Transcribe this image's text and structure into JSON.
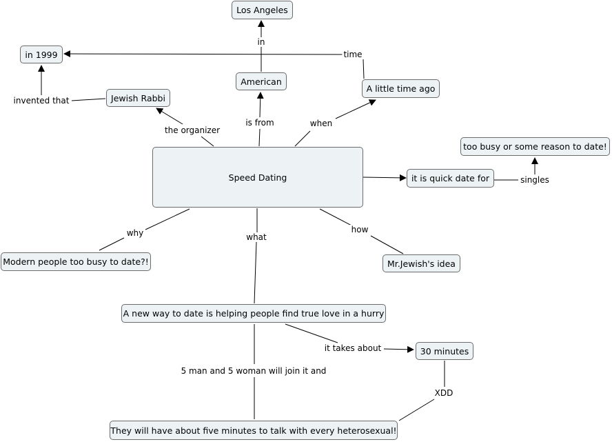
{
  "concepts": {
    "speed_dating": "Speed Dating",
    "los_angeles": "Los Angeles",
    "in_1999": "in 1999",
    "american": "American",
    "jewish_rabbi": "Jewish Rabbi",
    "little_time_ago": "A little time ago",
    "too_busy_reason": "too busy or some reason to date!",
    "quick_date_for": "it is quick date for",
    "modern_people": "Modern people too busy to date?!",
    "mr_jewish_idea": "Mr.Jewish's idea",
    "new_way": "A new way to date is helping people find true love in a hurry",
    "thirty_minutes": "30 minutes",
    "five_minutes": "They will have about five minutes to talk with every heterosexual!"
  },
  "links": {
    "in": "in",
    "time": "time",
    "invented_that": "invented that",
    "the_organizer": "the organizer",
    "is_from": "is from",
    "when": "when",
    "singles": "singles",
    "why": "why",
    "what": "what",
    "how": "how",
    "it_takes_about": "it takes about",
    "five_man_five_woman": "5 man and 5 woman will join it and",
    "xdd": "XDD"
  }
}
